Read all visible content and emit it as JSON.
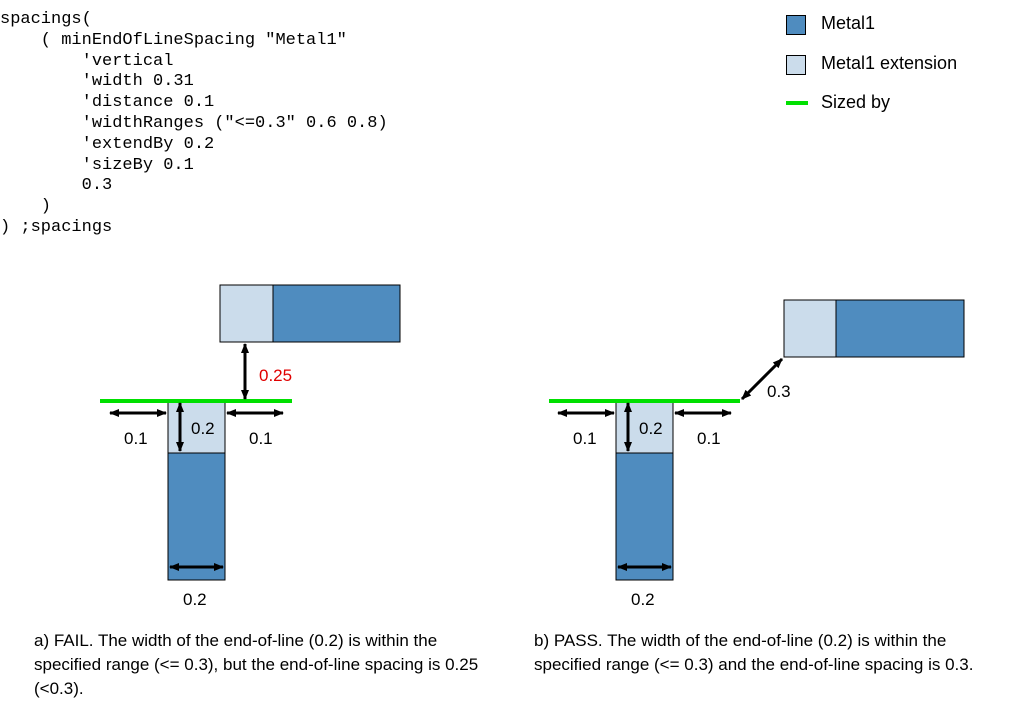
{
  "code": {
    "lines": [
      "spacings(",
      "    ( minEndOfLineSpacing \"Metal1\"",
      "        'vertical",
      "        'width 0.31",
      "        'distance 0.1",
      "        'widthRanges (\"<=0.3\" 0.6 0.8)",
      "        'extendBy 0.2",
      "        'sizeBy 0.1",
      "        0.3",
      "    )",
      ") ;spacings"
    ]
  },
  "legend": {
    "metal": "Metal1",
    "extension": "Metal1 extension",
    "sized_by": "Sized by"
  },
  "colors": {
    "metal": "#4f8cbf",
    "extension": "#cbdceb",
    "sized_by": "#00e000",
    "fail_value": "#e00000"
  },
  "diagram_a": {
    "spacing": "0.25",
    "ext_height": "0.2",
    "left_size": "0.1",
    "right_size": "0.1",
    "width": "0.2",
    "caption": "a) FAIL. The width of the end-of-line (0.2) is within the specified range (<= 0.3), but the end-of-line spacing is 0.25 (<0.3)."
  },
  "diagram_b": {
    "spacing": "0.3",
    "ext_height": "0.2",
    "left_size": "0.1",
    "right_size": "0.1",
    "width": "0.2",
    "caption": "b) PASS. The width of the end-of-line (0.2) is within the specified range (<= 0.3) and the end-of-line spacing is 0.3."
  }
}
